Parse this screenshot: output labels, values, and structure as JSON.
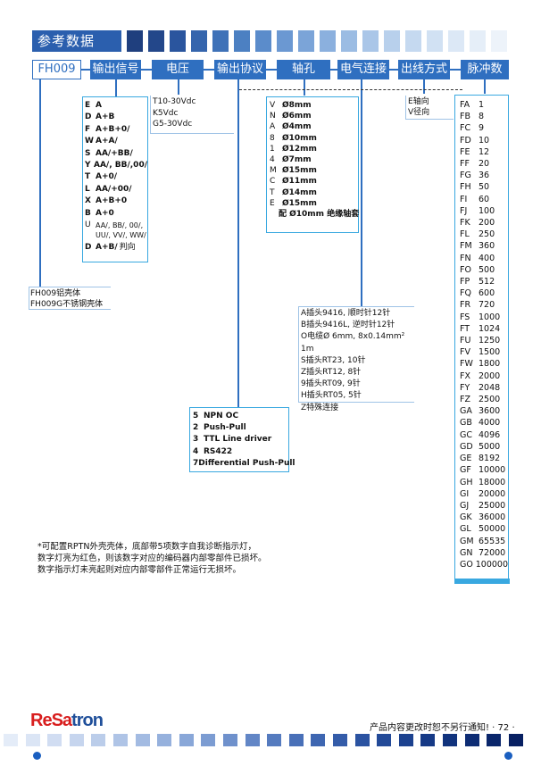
{
  "title": "参考数据",
  "header": {
    "code": "FH009",
    "sections": [
      "输出信号",
      "电压",
      "输出协议",
      "轴孔",
      "电气连接",
      "出线方式",
      "脉冲数"
    ]
  },
  "output_signal": [
    {
      "k": "E",
      "v": "A"
    },
    {
      "k": "D",
      "v": "A+B"
    },
    {
      "k": "F",
      "v": "A+B+0/"
    },
    {
      "k": "W",
      "v": "A+A/"
    },
    {
      "k": "S",
      "v": "AA/+BB/"
    },
    {
      "k": "Y",
      "v": "AA/, BB/,00/"
    },
    {
      "k": "T",
      "v": "A+0/"
    },
    {
      "k": "L",
      "v": "AA/+00/"
    },
    {
      "k": "X",
      "v": "A+B+0"
    },
    {
      "k": "B",
      "v": "A+0"
    }
  ],
  "output_signal_u": {
    "k": "U",
    "line1": "AA/, BB/, 00/,",
    "line2": "UU/, VV/, WW/"
  },
  "output_signal_d": {
    "k": "D",
    "v": "A+B/",
    "extra": "判向"
  },
  "voltage": [
    {
      "k": "T",
      "v": "10-30Vdc"
    },
    {
      "k": "K",
      "v": "5Vdc"
    },
    {
      "k": "G",
      "v": "5-30Vdc"
    }
  ],
  "shaft": [
    {
      "k": "V",
      "v": "Ø8mm"
    },
    {
      "k": "N",
      "v": "Ø6mm"
    },
    {
      "k": "A",
      "v": "Ø4mm"
    },
    {
      "k": "8",
      "v": "Ø10mm"
    },
    {
      "k": "1",
      "v": "Ø12mm"
    },
    {
      "k": "4",
      "v": "Ø7mm"
    },
    {
      "k": "M",
      "v": "Ø15mm"
    },
    {
      "k": "C",
      "v": "Ø11mm"
    },
    {
      "k": "T",
      "v": "Ø14mm"
    },
    {
      "k": "E",
      "v": "Ø15mm"
    }
  ],
  "shaft_note": "配 Ø10mm 绝缘轴套",
  "cable_exit": [
    {
      "k": "E",
      "v": "轴向"
    },
    {
      "k": "V",
      "v": "径向"
    }
  ],
  "housing": [
    {
      "k": "FH009",
      "v": "铝壳体"
    },
    {
      "k": "FH009G",
      "v": "不锈钢壳体"
    }
  ],
  "connection": [
    {
      "k": "A",
      "v": "插头9416, 顺时针12针"
    },
    {
      "k": "B",
      "v": "插头9416L, 逆时针12针"
    },
    {
      "k": "O",
      "v": "电缆Ø 6mm, 8x0.14mm² 1m"
    },
    {
      "k": "S",
      "v": "插头RT23, 10针"
    },
    {
      "k": "Z",
      "v": "插头RT12, 8针"
    },
    {
      "k": "9",
      "v": "插头RT09, 9针"
    },
    {
      "k": "H",
      "v": "插头RT05, 5针"
    },
    {
      "k": "Z",
      "v": "特殊连接"
    }
  ],
  "protocol": [
    {
      "k": "5",
      "v": "NPN OC"
    },
    {
      "k": "2",
      "v": "Push-Pull"
    },
    {
      "k": "3",
      "v": "TTL Line driver"
    },
    {
      "k": "4",
      "v": "RS422"
    },
    {
      "k": "7",
      "v": "Differential Push-Pull"
    }
  ],
  "pulses": [
    {
      "k": "FA",
      "v": "1"
    },
    {
      "k": "FB",
      "v": "8"
    },
    {
      "k": "FC",
      "v": "9"
    },
    {
      "k": "FD",
      "v": "10"
    },
    {
      "k": "FE",
      "v": "12"
    },
    {
      "k": "FF",
      "v": "20"
    },
    {
      "k": "FG",
      "v": "36"
    },
    {
      "k": "FH",
      "v": "50"
    },
    {
      "k": "FI",
      "v": "60"
    },
    {
      "k": "FJ",
      "v": "100"
    },
    {
      "k": "FK",
      "v": "200"
    },
    {
      "k": "FL",
      "v": "250"
    },
    {
      "k": "FM",
      "v": "360"
    },
    {
      "k": "FN",
      "v": "400"
    },
    {
      "k": "FO",
      "v": "500"
    },
    {
      "k": "FP",
      "v": "512"
    },
    {
      "k": "FQ",
      "v": "600"
    },
    {
      "k": "FR",
      "v": "720"
    },
    {
      "k": "FS",
      "v": "1000"
    },
    {
      "k": "FT",
      "v": "1024"
    },
    {
      "k": "FU",
      "v": "1250"
    },
    {
      "k": "FV",
      "v": "1500"
    },
    {
      "k": "FW",
      "v": "1800"
    },
    {
      "k": "FX",
      "v": "2000"
    },
    {
      "k": "FY",
      "v": "2048"
    },
    {
      "k": "FZ",
      "v": "2500"
    },
    {
      "k": "GA",
      "v": "3600"
    },
    {
      "k": "GB",
      "v": "4000"
    },
    {
      "k": "GC",
      "v": "4096"
    },
    {
      "k": "GD",
      "v": "5000"
    },
    {
      "k": "GE",
      "v": "8192"
    },
    {
      "k": "GF",
      "v": "10000"
    },
    {
      "k": "GH",
      "v": "18000"
    },
    {
      "k": "GI",
      "v": "20000"
    },
    {
      "k": "GJ",
      "v": "25000"
    },
    {
      "k": "GK",
      "v": "36000"
    },
    {
      "k": "GL",
      "v": "50000"
    },
    {
      "k": "GM",
      "v": "65535"
    },
    {
      "k": "GN",
      "v": "72000"
    },
    {
      "k": "GO",
      "v": "100000"
    }
  ],
  "notes": [
    "*可配置RPTN外壳壳体，底部带5项数字自我诊断指示灯，",
    "数字灯亮为红色，则该数字对应的编码器内部零部件已损坏。",
    "数字指示灯未亮起则对应内部零部件正常运行无损坏。"
  ],
  "footer": {
    "logo_part1": "ReSa",
    "logo_part2": "tron",
    "notice": "产品内容更改时恕不另行通知! · 72 ·"
  },
  "colors": {
    "primary": "#2f6fc0",
    "dark_blue": "#1f4f9a",
    "box_border": "#39a8e0",
    "logo_red": "#d81e1e"
  }
}
